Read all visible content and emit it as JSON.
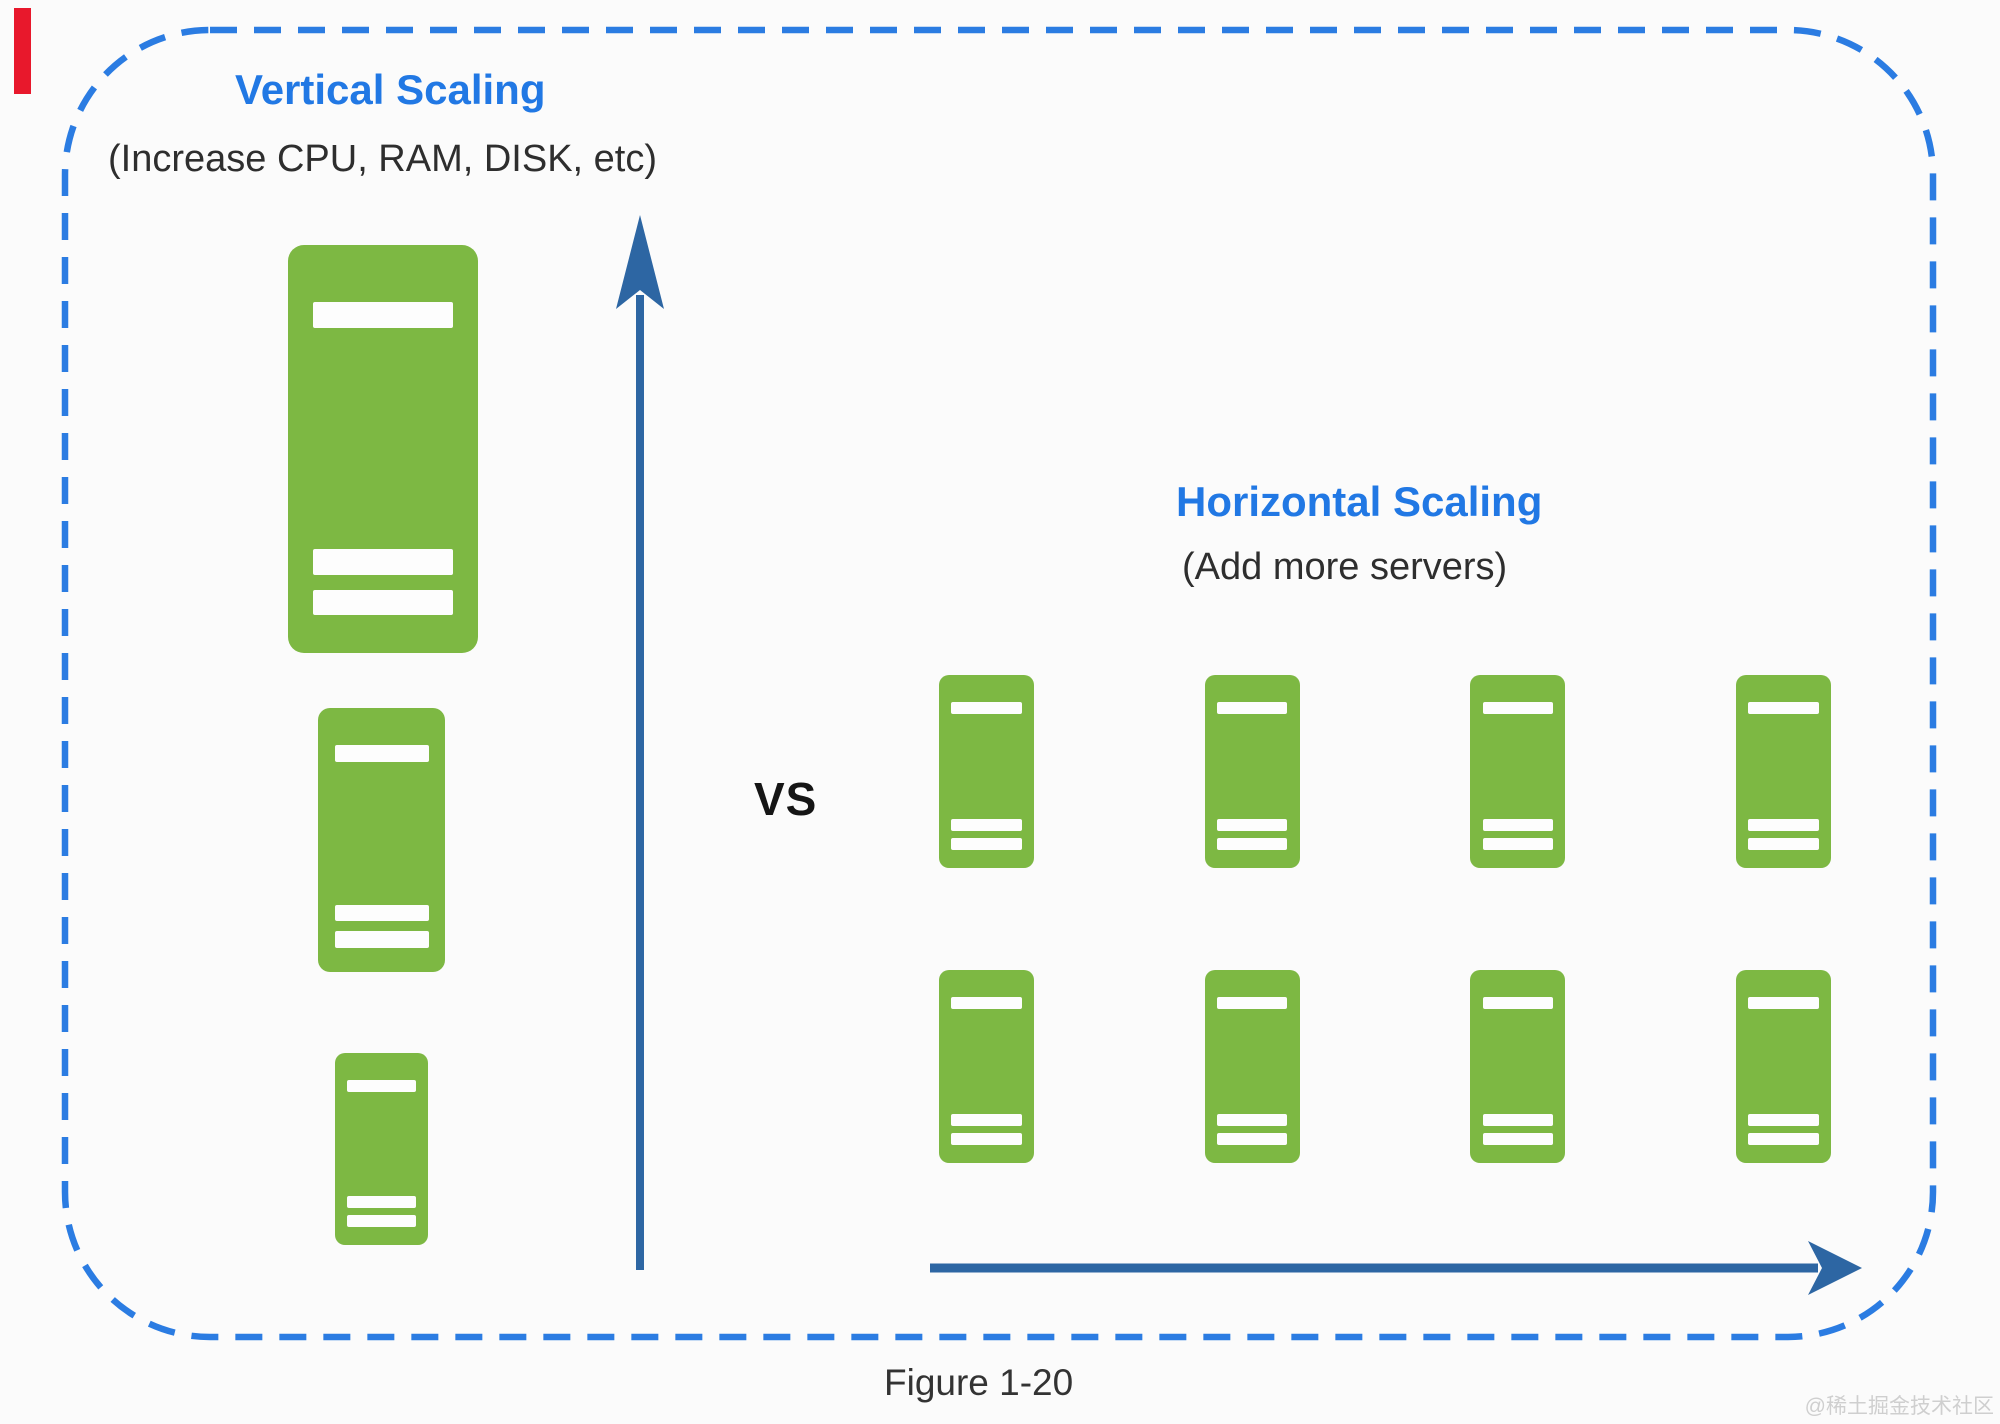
{
  "figure": {
    "caption": "Figure 1-20",
    "watermark": "@稀土掘金技术社区"
  },
  "vs_label": "VS",
  "vertical_scaling": {
    "title": "Vertical Scaling",
    "subtitle": "(Increase CPU, RAM, DISK, etc)",
    "server_count": 3,
    "server_sizes": [
      "large",
      "medium",
      "small"
    ],
    "arrow_direction": "up"
  },
  "horizontal_scaling": {
    "title": "Horizontal Scaling",
    "subtitle": "(Add more servers)",
    "server_count": 8,
    "server_rows": 2,
    "server_columns": 4,
    "arrow_direction": "right"
  },
  "colors": {
    "heading_blue": "#2178e4",
    "border_dash_blue": "#2b7ce2",
    "arrow_blue": "#2d66a3",
    "server_green": "#7db843",
    "server_stripe_white": "#fdfdfd",
    "body_text": "#2e2e2e",
    "vs_text": "#151515",
    "caption_text": "#333333",
    "watermark_gray": "#cfcfcf",
    "red_marker": "#e8182c",
    "background": "#fbfbfb"
  }
}
